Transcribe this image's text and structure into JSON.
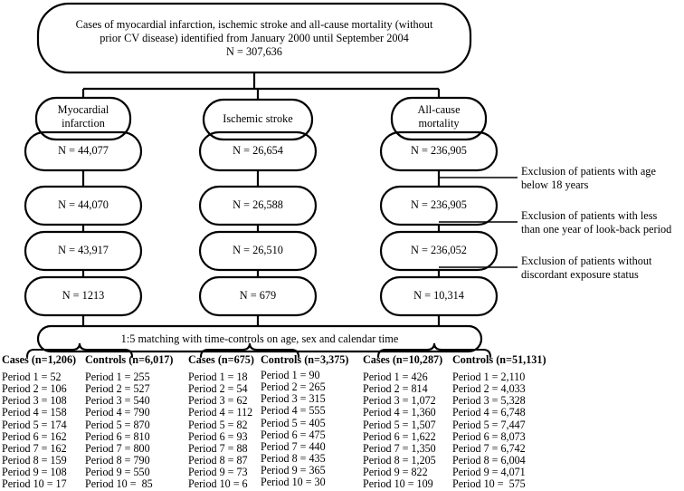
{
  "figure": {
    "type": "flowchart",
    "title_box": {
      "line1": "Cases of myocardial infarction, ischemic stroke and all-cause mortality (without",
      "line2": "prior CV disease) identified from January 2000 until September 2004",
      "line3": "N = 307,636"
    },
    "branches": [
      {
        "id": "myocardial-infarction",
        "label_line1": "Myocardial",
        "label_line2": "infarction",
        "steps": [
          "N = 44,077",
          "N = 44,070",
          "N = 43,917",
          "N = 1213"
        ]
      },
      {
        "id": "ischemic-stroke",
        "label_line1": "Ischemic stroke",
        "label_line2": "",
        "steps": [
          "N = 26,654",
          "N = 26,588",
          "N = 26,510",
          "N = 679"
        ]
      },
      {
        "id": "all-cause-mortality",
        "label_line1": "All-cause",
        "label_line2": "mortality",
        "steps": [
          "N = 236,905",
          "N = 236,905",
          "N = 236,052",
          "N = 10,314"
        ]
      }
    ],
    "exclusions": [
      {
        "line1": "Exclusion of patients with age",
        "line2": "below 18 years"
      },
      {
        "line1": "Exclusion of patients with less",
        "line2": "than one year of look-back period"
      },
      {
        "line1": "Exclusion of patients without",
        "line2": "discordant exposure status"
      }
    ],
    "matching_box": "1:5 matching with time-controls on age, sex and calendar time",
    "columns": [
      {
        "header": "Cases (n=1,206)",
        "rows": [
          "Period 1 = 52",
          "Period 2 = 106",
          "Period 3 = 108",
          "Period 4 = 158",
          "Period 5 = 174",
          "Period 6 = 162",
          "Period 7 = 162",
          "Period 8 = 159",
          "Period 9 = 108",
          "Period 10 = 17"
        ]
      },
      {
        "header": "Controls (n=6,017)",
        "rows": [
          "Period 1 = 255",
          "Period 2 = 527",
          "Period 3 = 540",
          "Period 4 = 790",
          "Period 5 = 870",
          "Period 6 = 810",
          "Period 7 = 800",
          "Period 8 = 790",
          "Period 9 = 550",
          "Period 10 =  85"
        ]
      },
      {
        "header": "Cases (n=675)",
        "rows": [
          "Period 1 = 18",
          "Period 2 = 54",
          "Period 3 = 62",
          "Period 4 = 112",
          "Period 5 = 82",
          "Period 6 = 93",
          "Period 7 = 88",
          "Period 8 = 87",
          "Period 9 = 73",
          "Period 10 = 6"
        ]
      },
      {
        "header": "Controls (n=3,375)",
        "rows": [
          "Period 1 = 90",
          "Period 2 = 265",
          "Period 3 = 315",
          "Period 4 = 555",
          "Period 5 = 405",
          "Period 6 = 475",
          "Period 7 = 440",
          "Period 8 = 435",
          "Period 9 = 365",
          "Period 10 = 30"
        ]
      },
      {
        "header": "Cases (n=10,287)",
        "rows": [
          "Period 1 = 426",
          "Period 2 = 814",
          "Period 3 = 1,072",
          "Period 4 = 1,360",
          "Period 5 = 1,507",
          "Period 6 = 1,622",
          "Period 7 = 1,350",
          "Period 8 = 1,205",
          "Period 9 = 822",
          "Period 10 = 109"
        ]
      },
      {
        "header": "Controls (n=51,131)",
        "rows": [
          "Period 1 = 2,110",
          "Period 2 = 4,033",
          "Period 3 = 5,328",
          "Period 4 = 6,748",
          "Period 5 = 7,447",
          "Period 6 = 8,073",
          "Period 7 = 6,742",
          "Period 8 = 6,004",
          "Period 9 = 4,071",
          "Period 10 =  575"
        ]
      }
    ],
    "colors": {
      "stroke": "#000000",
      "background": "#ffffff",
      "text": "#000000"
    }
  }
}
